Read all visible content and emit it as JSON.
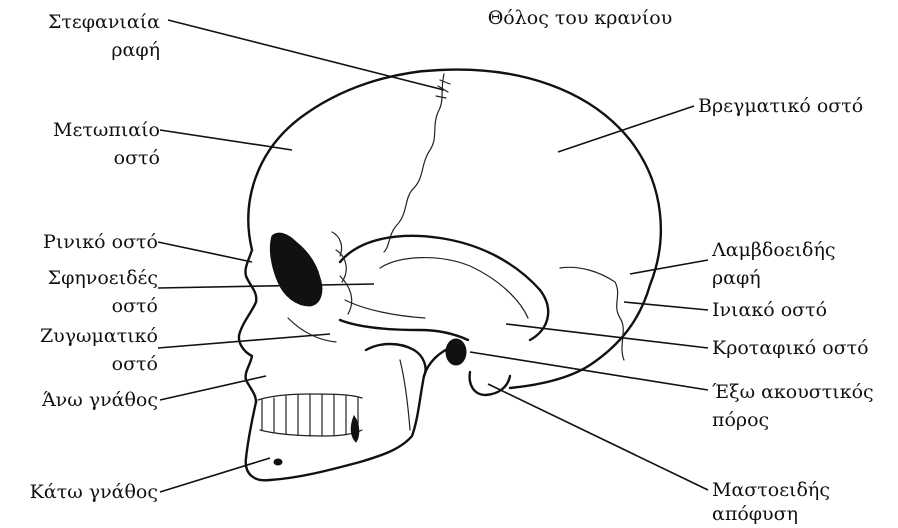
{
  "title": "Θόλος του κρανίου",
  "labels": {
    "coronal_suture": "Στεφανιαία ραφή",
    "frontal_bone": "Μετωπιαίο οστό",
    "nasal_bone": "Ρινικό οστό",
    "sphenoid_bone": "Σφηνοειδές οστό",
    "zygomatic_bone": "Ζυγωματικό οστό",
    "maxilla": "Άνω γνάθος",
    "mandible": "Κάτω γνάθος",
    "parietal_bone": "Βρεγματικό οστό",
    "lambdoid_suture": "Λαμβδοειδής ραφή",
    "occipital_bone": "Ινιακό οστό",
    "temporal_bone": "Κροταφικό οστό",
    "external_auditory_meatus": "Έξω ακουστικός πόρος",
    "mastoid_process": "Μαστοειδής απόφυση"
  }
}
